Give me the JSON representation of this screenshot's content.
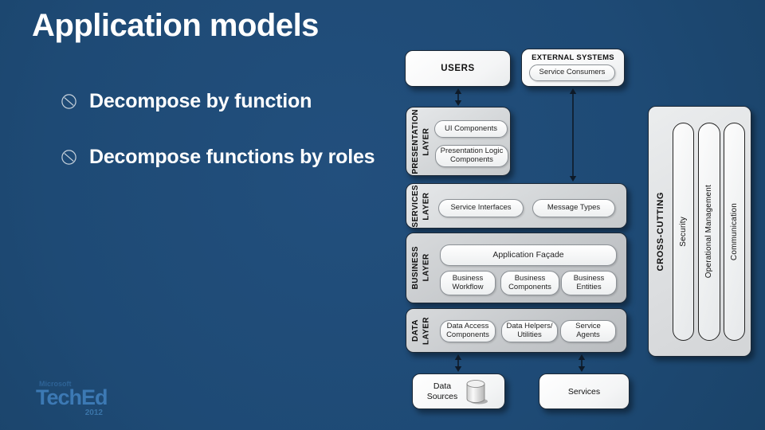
{
  "slide": {
    "title": "Application models",
    "bullets": [
      {
        "label": "Decompose by function"
      },
      {
        "label": "Decompose functions by roles"
      }
    ]
  },
  "logo": {
    "brand": "Microsoft",
    "name": "TechEd",
    "year": "2012"
  },
  "colors": {
    "background": "#1e4c78",
    "logo_accent": "#3c79b4",
    "diagram_border": "#1b2836",
    "layer_fill": "#d2d5d7"
  },
  "diagram": {
    "users": {
      "label": "USERS"
    },
    "external_systems": {
      "title": "EXTERNAL SYSTEMS",
      "pill": "Service Consumers"
    },
    "presentation_layer": {
      "label": "PRESENTATION\nLAYER",
      "pills": [
        "UI Components",
        "Presentation Logic\nComponents"
      ]
    },
    "services_layer": {
      "label": "SERVICES\nLAYER",
      "pills": [
        "Service Interfaces",
        "Message Types"
      ]
    },
    "business_layer": {
      "label": "BUSINESS\nLAYER",
      "facade": "Application Façade",
      "pills": [
        "Business\nWorkflow",
        "Business\nComponents",
        "Business\nEntities"
      ]
    },
    "data_layer": {
      "label": "DATA\nLAYER",
      "pills": [
        "Data Access\nComponents",
        "Data Helpers/\nUtilities",
        "Service\nAgents"
      ]
    },
    "data_sources": {
      "label": "Data\nSources"
    },
    "services": {
      "label": "Services"
    },
    "cross_cutting": {
      "label": "CROSS-CUTTING",
      "pills": [
        "Security",
        "Operational Management",
        "Communication"
      ]
    }
  }
}
